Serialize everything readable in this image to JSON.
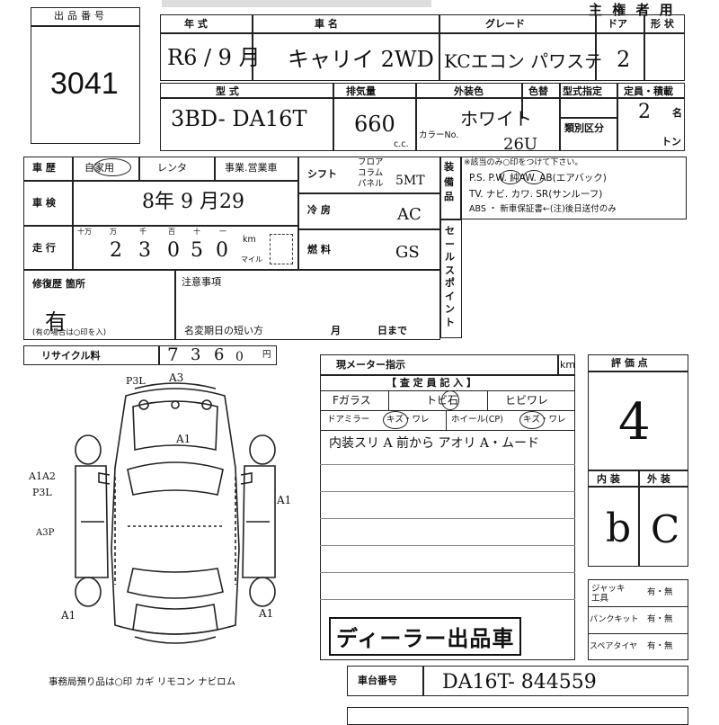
{
  "header": {
    "lot_label": "出品番号",
    "lot_number": "3041",
    "title_right": "主 権 者 用"
  },
  "row1": {
    "year_label": "年 式",
    "car_name_label": "車 名",
    "grade_label": "グレード",
    "door_label": "ドア",
    "shape_label": "形 状",
    "year_value": "R6 / 9 月",
    "car_name_value": "キャリイ 2WD",
    "grade_value": "KCエコン パワステ",
    "door_value": "2"
  },
  "row2": {
    "model_label": "型 式",
    "displacement_label": "排気量",
    "ext_color_label": "外装色",
    "color_label": "色替",
    "type_spec_label": "型式指定",
    "capacity_label": "定員・積載",
    "class_label": "類別区分",
    "cc_label": "c.c.",
    "color_no_label": "カラーNo.",
    "people_unit": "名",
    "ton_unit": "トン",
    "model_value": "3BD- DA16T",
    "displacement_value": "660",
    "ext_color_value": "ホワイト",
    "color_no_value": "26U",
    "capacity_value": "2"
  },
  "history": {
    "label": "車 歴",
    "options": [
      "自家用",
      "レンタ",
      "事業.営業車"
    ]
  },
  "inspection": {
    "label": "車 検",
    "value": "8年 9 月29"
  },
  "mileage": {
    "label": "走 行",
    "units": [
      "十万",
      "万",
      "千",
      "百",
      "十",
      "一"
    ],
    "digits": [
      "2",
      "3",
      "0",
      "5",
      "0"
    ],
    "km_label": "km",
    "mile_label": "マイル"
  },
  "shift": {
    "label": "シフト",
    "options": [
      "フロア",
      "コラム",
      "パネル"
    ],
    "value": "5MT"
  },
  "ac": {
    "label": "冷 房",
    "value": "AC"
  },
  "fuel": {
    "label": "燃 料",
    "value": "GS"
  },
  "equipment": {
    "label": "装備品",
    "note": "※該当のみ○印をつけて下さい。",
    "line1": "P.S. P.W. 純AW. AB(エアバック)",
    "line2": "TV. ナビ. カワ. SR(サンルーフ)",
    "line3": "ABS ・ 新車保証書←(注)後日送付のみ"
  },
  "sale_point_label": "セールスポイント",
  "repair": {
    "label": "修復歴 箇所",
    "value": "有",
    "note": "(有の場合は○印を入)"
  },
  "notes": {
    "label": "注意事項",
    "name_change_label": "名変期日の短い方",
    "month_label": "月",
    "day_label": "日まで"
  },
  "recycle": {
    "label": "リサイクル料",
    "digits": [
      "7",
      "3",
      "6",
      "0"
    ],
    "yen": "円"
  },
  "meter": {
    "label": "現メーター指示",
    "unit": "km"
  },
  "inspector": {
    "header": "【 査 定 員 記 入 】",
    "f_glass": "Fガラス",
    "tobi_ishi": "トビ石",
    "hibiware": "ヒビワレ",
    "door_mirror": "ドアミラー",
    "kizu_ware_1": "キズ・ワレ",
    "wheel": "ホイール(CP)",
    "kizu_ware_2": "キズ・ワレ",
    "comment": "内装スリ A  前から アオリ A・ムード"
  },
  "score": {
    "label": "評 価 点",
    "value": "4",
    "interior_label": "内 装",
    "exterior_label": "外 装",
    "interior_value": "b",
    "exterior_value": "C"
  },
  "equipment_check": {
    "jack": "ジャッキ工具",
    "puncture": "パンクキット",
    "spare": "スペアタイヤ",
    "yesno": "有・無"
  },
  "diagram_marks": {
    "m1": "P3L",
    "m2": "A3",
    "m3": "A1",
    "m4": "A1A2",
    "m5": "P3L",
    "m6": "A1",
    "m7": "A3P",
    "m8": "A1",
    "m9": "A1"
  },
  "dealer_stamp": "ディーラー出品車",
  "chassis": {
    "label": "車台番号",
    "value": "DA16T- 844559"
  },
  "office_note": "事務局預り品は○印  カギ  リモコン  ナビロム"
}
